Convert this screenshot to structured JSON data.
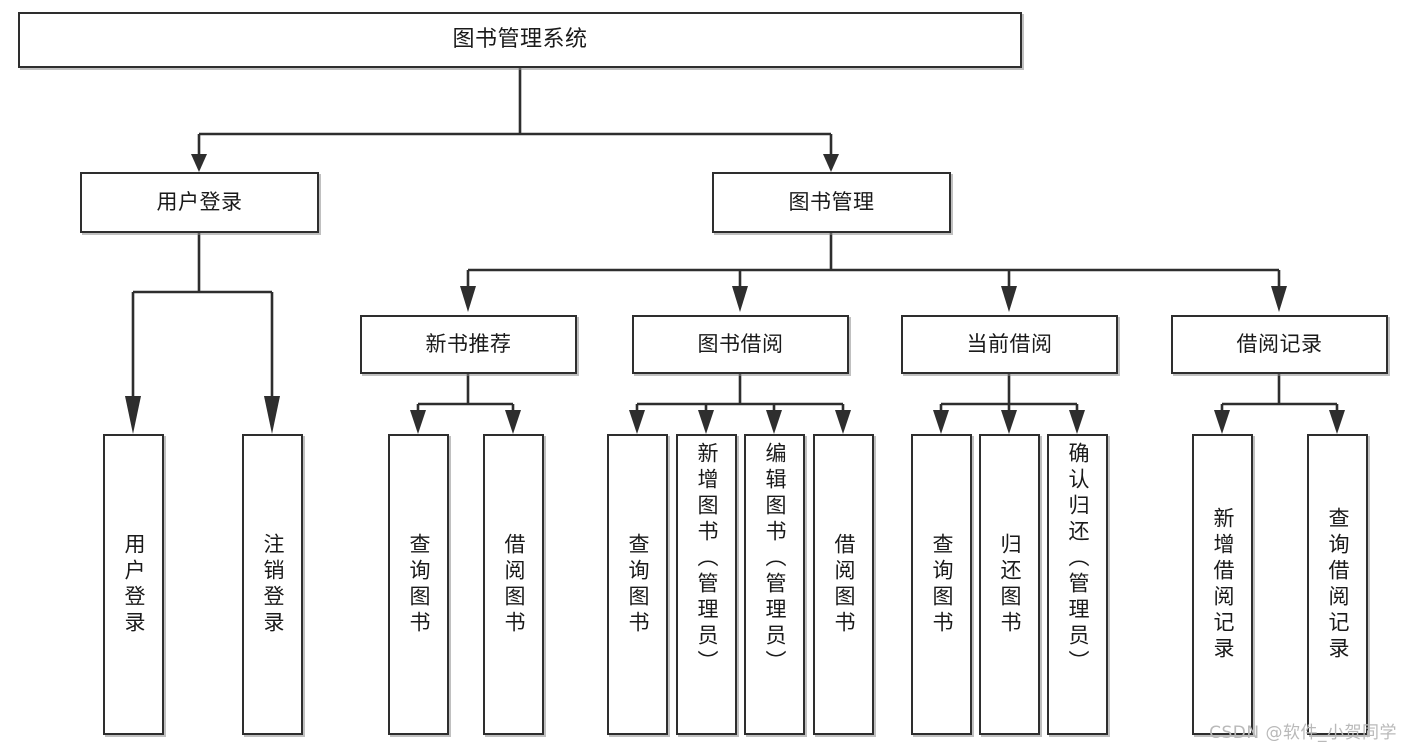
{
  "diagram": {
    "type": "tree-hierarchy",
    "title": "图书管理系统",
    "watermark": "CSDN @软件_小贺同学",
    "colors": {
      "stroke": "#2e2e2e",
      "box_fill": "#ffffff",
      "text": "#1a1a1a",
      "watermark": "#b9b9b9",
      "background": "#ffffff"
    },
    "levels": {
      "level0": "root",
      "level1": "modules",
      "level2": "submodules",
      "level3": "operations"
    },
    "nodes": {
      "root": {
        "label": "图书管理系统"
      },
      "user_login": {
        "label": "用户登录"
      },
      "book_manage": {
        "label": "图书管理"
      },
      "new_book_rec": {
        "label": "新书推荐"
      },
      "book_borrow": {
        "label": "图书借阅"
      },
      "current_borrow": {
        "label": "当前借阅"
      },
      "borrow_record": {
        "label": "借阅记录"
      },
      "leaf_user_login": {
        "label": "用户登录"
      },
      "leaf_logout": {
        "label": "注销登录"
      },
      "leaf_query_book_1": {
        "label": "查询图书"
      },
      "leaf_borrow_book_1": {
        "label": "借阅图书"
      },
      "leaf_query_book_2": {
        "label": "查询图书"
      },
      "leaf_add_book": {
        "label": "新增图书（管理员）"
      },
      "leaf_edit_book": {
        "label": "编辑图书（管理员）"
      },
      "leaf_borrow_book_2": {
        "label": "借阅图书"
      },
      "leaf_query_book_3": {
        "label": "查询图书"
      },
      "leaf_return_book": {
        "label": "归还图书"
      },
      "leaf_confirm_return": {
        "label": "确认归还（管理员）"
      },
      "leaf_add_record": {
        "label": "新增借阅记录"
      },
      "leaf_query_record": {
        "label": "查询借阅记录"
      }
    },
    "edges": [
      {
        "from": "root",
        "to": "user_login"
      },
      {
        "from": "root",
        "to": "book_manage"
      },
      {
        "from": "user_login",
        "to": "leaf_user_login"
      },
      {
        "from": "user_login",
        "to": "leaf_logout"
      },
      {
        "from": "book_manage",
        "to": "new_book_rec"
      },
      {
        "from": "book_manage",
        "to": "book_borrow"
      },
      {
        "from": "book_manage",
        "to": "current_borrow"
      },
      {
        "from": "book_manage",
        "to": "borrow_record"
      },
      {
        "from": "new_book_rec",
        "to": "leaf_query_book_1"
      },
      {
        "from": "new_book_rec",
        "to": "leaf_borrow_book_1"
      },
      {
        "from": "book_borrow",
        "to": "leaf_query_book_2"
      },
      {
        "from": "book_borrow",
        "to": "leaf_add_book"
      },
      {
        "from": "book_borrow",
        "to": "leaf_edit_book"
      },
      {
        "from": "book_borrow",
        "to": "leaf_borrow_book_2"
      },
      {
        "from": "current_borrow",
        "to": "leaf_query_book_3"
      },
      {
        "from": "current_borrow",
        "to": "leaf_return_book"
      },
      {
        "from": "current_borrow",
        "to": "leaf_confirm_return"
      },
      {
        "from": "borrow_record",
        "to": "leaf_add_record"
      },
      {
        "from": "borrow_record",
        "to": "leaf_query_record"
      }
    ]
  }
}
